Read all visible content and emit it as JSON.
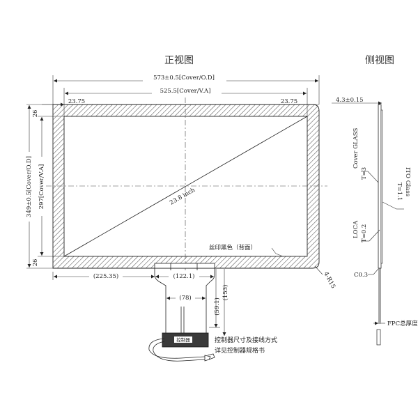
{
  "front_view": {
    "title": "正视图",
    "dim_outer_width": "573±0.5[Cover/O.D]",
    "dim_va_width": "525.5[Cover/V.A]",
    "dim_left_margin": "23.75",
    "dim_right_margin": "23.75",
    "dim_outer_height": "349±0.5[Cover/O.D]",
    "dim_va_height": "297[Cover/V.A]",
    "dim_top_margin": "26",
    "dim_bottom_margin": "26",
    "diagonal_label": "23.8 inch",
    "print_note": "丝印黑色（背面）",
    "corner_radius": "4-R15",
    "dim_fpc_offset": "(225.35)",
    "dim_fpc_top_width": "(122.1)",
    "dim_fpc_tail_width": "(78)",
    "dim_fpc_len_1": "(59.1)",
    "dim_fpc_len_2": "(153)",
    "controller_label": "控制器",
    "controller_note_1": "控制器尺寸及接线方式",
    "controller_note_2": "详见控制器规格书"
  },
  "side_view": {
    "title": "侧视图",
    "dim_thickness": "4.3±0.15",
    "cover_glass": "Cover GLASS",
    "cover_t": "T=3",
    "ito_glass": "ITO Glass",
    "ito_t": "T=1.1",
    "loca": "LOCA",
    "loca_t": "T=0.2",
    "chamfer": "C0.3",
    "fpc_total": "FPC总厚度"
  },
  "colors": {
    "line": "#222222",
    "hatch": "#555555",
    "controller_fill": "#3a3a3a"
  }
}
